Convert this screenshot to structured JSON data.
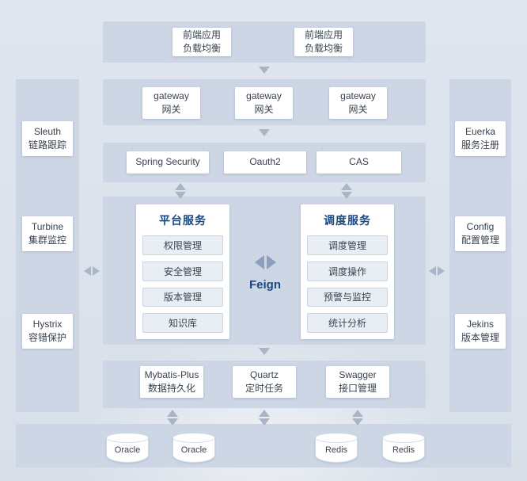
{
  "colors": {
    "accent": "#1c4a7e",
    "band": "#ccd6e4",
    "arrow": "#a9b5c6"
  },
  "frontend": {
    "items": [
      {
        "line1": "前端应用",
        "line2": "负载均衡"
      },
      {
        "line1": "前端应用",
        "line2": "负载均衡"
      }
    ]
  },
  "gateway": {
    "items": [
      {
        "line1": "gateway",
        "line2": "网关"
      },
      {
        "line1": "gateway",
        "line2": "网关"
      },
      {
        "line1": "gateway",
        "line2": "网关"
      }
    ]
  },
  "auth": {
    "items": [
      "Spring Security",
      "Oauth2",
      "CAS"
    ]
  },
  "platform": {
    "title": "平台服务",
    "items": [
      "权限管理",
      "安全管理",
      "版本管理",
      "知识库"
    ]
  },
  "dispatch": {
    "title": "调度服务",
    "items": [
      "调度管理",
      "调度操作",
      "预警与监控",
      "统计分析"
    ]
  },
  "rpc": {
    "label": "Feign"
  },
  "middleware": {
    "items": [
      {
        "line1": "Mybatis-Plus",
        "line2": "数据持久化"
      },
      {
        "line1": "Quartz",
        "line2": "定时任务"
      },
      {
        "line1": "Swagger",
        "line2": "接口管理"
      }
    ]
  },
  "databases": {
    "items": [
      "Oracle",
      "Oracle",
      "Redis",
      "Redis"
    ]
  },
  "left_rail": {
    "items": [
      {
        "line1": "Sleuth",
        "line2": "链路跟踪"
      },
      {
        "line1": "Turbine",
        "line2": "集群监控"
      },
      {
        "line1": "Hystrix",
        "line2": "容错保护"
      }
    ]
  },
  "right_rail": {
    "items": [
      {
        "line1": "Euerka",
        "line2": "服务注册"
      },
      {
        "line1": "Config",
        "line2": "配置管理"
      },
      {
        "line1": "Jekins",
        "line2": "版本管理"
      }
    ]
  }
}
